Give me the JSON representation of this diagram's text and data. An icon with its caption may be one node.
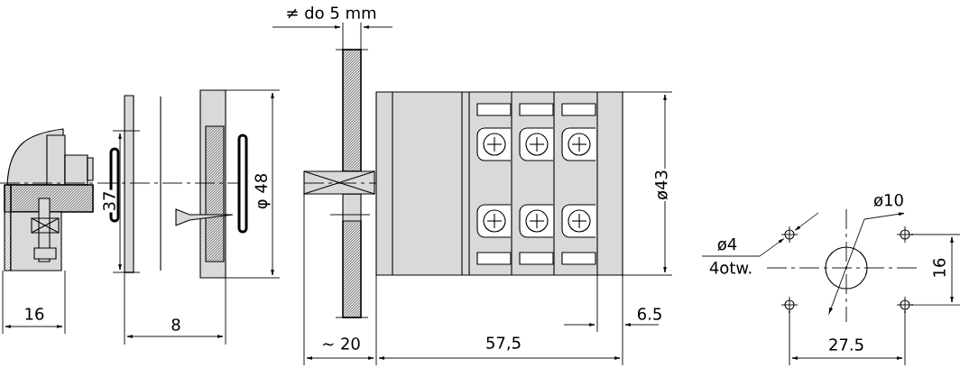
{
  "diagram": {
    "labels": [
      "≠ do 5 mm",
      "37",
      "φ 48",
      "ø43",
      "ø10",
      "ø4",
      "4otw.",
      "16",
      "16",
      "8",
      "~ 20",
      "57,5",
      "6.5",
      "27.5"
    ]
  }
}
